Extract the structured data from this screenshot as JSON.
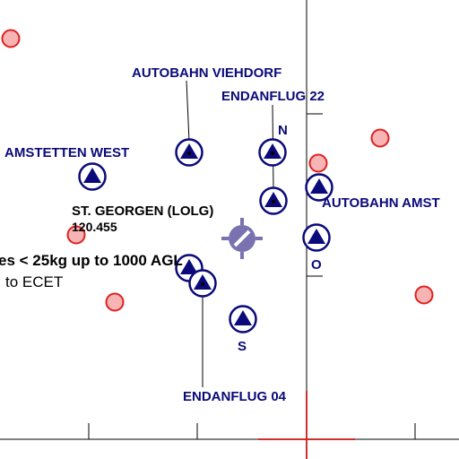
{
  "colors": {
    "waypoint": "#0a0a7a",
    "reporting_point": "#e02020",
    "reporting_fill": "#f6b4b4",
    "airport": "#7a72b0",
    "crosshair": "#e02020",
    "lines": "#000000",
    "text": "#000000"
  },
  "icons": {
    "waypoint": "waypoint-triangle-circle-icon",
    "reporting_point": "reporting-point-circle-icon",
    "airport": "airport-runway-icon",
    "center": "crosshair-icon"
  },
  "labels": {
    "autobahn_viehdorf": "AUTOBAHN VIEHDORF",
    "endanflug_22": "ENDANFLUG 22",
    "amstetten_west": "AMSTETTEN WEST",
    "autobahn_amst": "AUTOBAHN AMST",
    "endanflug_04": "ENDANFLUG 04",
    "north": "N",
    "east": "O",
    "south": "S"
  },
  "airport": {
    "name": "ST. GEORGEN (LOLG)",
    "frequency": "120.455"
  },
  "notes": {
    "line1": "es < 25kg up to 1000 AGL",
    "line2": "to ECET"
  }
}
